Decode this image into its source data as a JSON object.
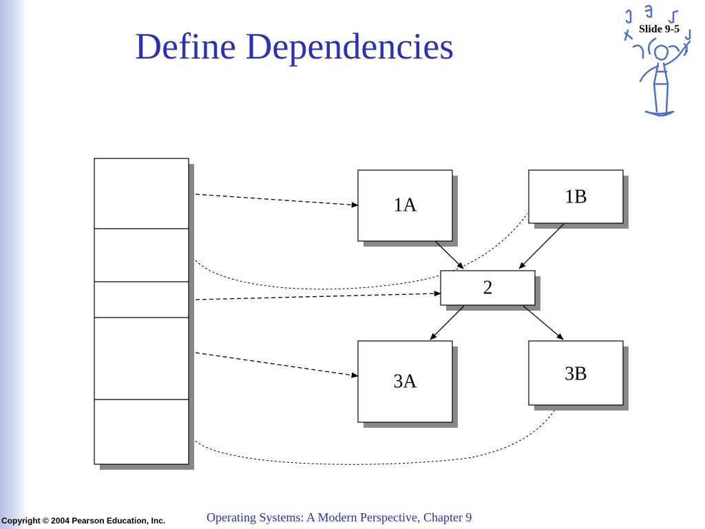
{
  "slide": {
    "title": "Define Dependencies",
    "slide_number": "Slide 9-5",
    "copyright": "Copyright © 2004 Pearson Education, Inc.",
    "footer": "Operating Systems: A Modern Perspective, Chapter 9"
  },
  "colors": {
    "title": "#2a2fc0",
    "footer": "#2a2fc0",
    "sidebar": "#b4c2e4",
    "box_shadow": "#888888",
    "logo": "#4a6fd0"
  },
  "logo": {
    "icon": "music-conductor-icon"
  },
  "diagram": {
    "nodes": [
      {
        "id": "1A",
        "label": "1A"
      },
      {
        "id": "1B",
        "label": "1B"
      },
      {
        "id": "2",
        "label": "2"
      },
      {
        "id": "3A",
        "label": "3A"
      },
      {
        "id": "3B",
        "label": "3B"
      }
    ],
    "program_segments": 5,
    "dependency_edges": [
      {
        "from": "1A",
        "to": "2"
      },
      {
        "from": "1B",
        "to": "2"
      },
      {
        "from": "2",
        "to": "3A"
      },
      {
        "from": "2",
        "to": "3B"
      }
    ],
    "segment_links": [
      {
        "segment": 1,
        "node": "1A",
        "style": "dashed-arrow"
      },
      {
        "segment": 2,
        "node": "1B",
        "style": "dotted-curve"
      },
      {
        "segment": 3,
        "node": "2",
        "style": "dashed-arrow"
      },
      {
        "segment": 4,
        "node": "3A",
        "style": "dashed-arrow"
      },
      {
        "segment": 5,
        "node": "3B",
        "style": "dotted-curve"
      }
    ]
  }
}
